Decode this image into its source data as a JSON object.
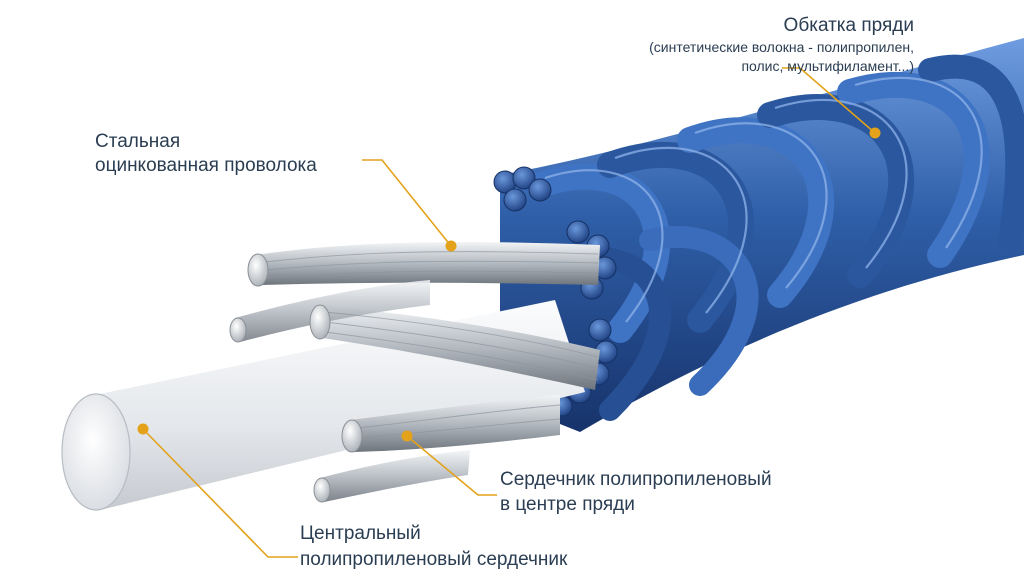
{
  "labels": {
    "sheath": {
      "title": "Обкатка пряди",
      "detail_line1": "(синтетические волокна - полипропилен,",
      "detail_line2": "полис, мультифиламент...)"
    },
    "steel_wire": {
      "line1": "Стальная",
      "line2": "оцинкованная проволока"
    },
    "strand_core": {
      "line1": "Сердечник полипропиленовый",
      "line2": "в центре пряди"
    },
    "central_core": {
      "line1": "Центральный",
      "line2": "полипропиленовый сердечник"
    }
  },
  "colors": {
    "leader": "#e3a21a",
    "text": "#2a3d52",
    "rope_blue": "#2f5fa8",
    "steel": "#b9bec4",
    "core": "#eef0f3"
  }
}
